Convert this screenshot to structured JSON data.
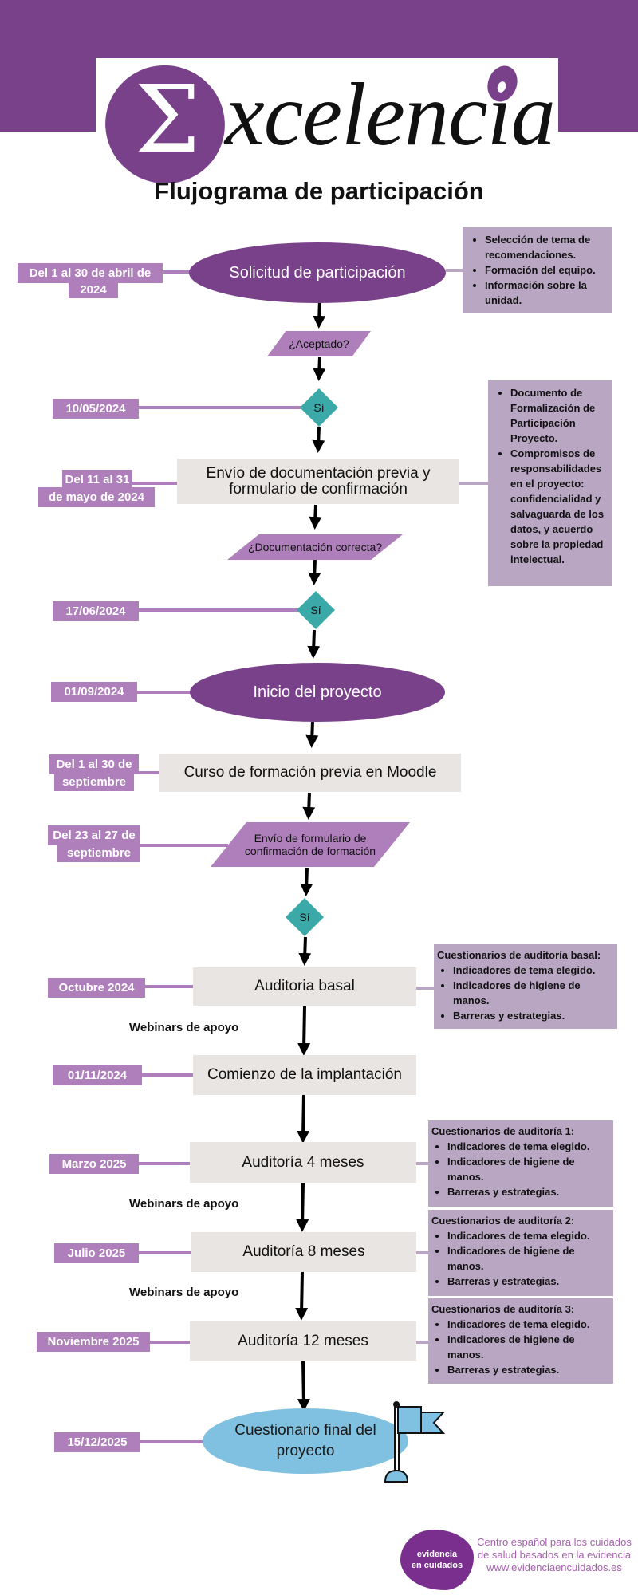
{
  "header": {
    "logo_sigma": "Σ",
    "logo_word": "xcelencia",
    "title": "Flujograma de participación"
  },
  "colors": {
    "brand_purple": "#7a418b",
    "light_purple": "#ae7fba",
    "note_purple": "#b8a6c2",
    "teal": "#3aa9a8",
    "grey_box": "#e8e5e3",
    "final_blue": "#80c0e0"
  },
  "steps": {
    "solicitud": {
      "label": "Solicitud de participación",
      "date": [
        "Del 1 al 30 de abril de",
        "2024"
      ]
    },
    "aceptado": {
      "label": "¿Aceptado?"
    },
    "si1": {
      "label": "Sí",
      "date": "10/05/2024"
    },
    "envio_doc": {
      "label": [
        "Envío de documentación previa y",
        "formulario de confirmación"
      ],
      "date": [
        "Del 11 al 31",
        "de mayo de 2024"
      ]
    },
    "doc_correcta": {
      "label": "¿Documentación correcta?"
    },
    "si2": {
      "label": "Sí",
      "date": "17/06/2024"
    },
    "inicio": {
      "label": "Inicio del proyecto",
      "date": "01/09/2024"
    },
    "curso": {
      "label": "Curso de formación previa en Moodle",
      "date": [
        "Del 1 al 30 de",
        "septiembre"
      ]
    },
    "envio_form": {
      "label": [
        "Envío de formulario de",
        "confirmación de formación"
      ],
      "date": [
        "Del 23 al 27 de",
        "septiembre"
      ]
    },
    "si3": {
      "label": "Sí"
    },
    "auditoria_basal": {
      "label": "Auditoria basal",
      "date": "Octubre 2024"
    },
    "implantacion": {
      "label": "Comienzo de la implantación",
      "date": "01/11/2024"
    },
    "aud4": {
      "label": "Auditoría 4 meses",
      "date": "Marzo 2025"
    },
    "aud8": {
      "label": "Auditoría 8 meses",
      "date": "Julio 2025"
    },
    "aud12": {
      "label": "Auditoría 12 meses",
      "date": "Noviembre 2025"
    },
    "final": {
      "label": [
        "Cuestionario final del",
        "proyecto"
      ],
      "date": "15/12/2025"
    }
  },
  "webinars": [
    "Webinars de apoyo",
    "Webinars de apoyo",
    "Webinars de apoyo"
  ],
  "notes": {
    "solicitud": [
      "Selección de tema de recomendaciones.",
      "Formación del equipo.",
      "Información sobre la unidad."
    ],
    "envio_doc": [
      "Documento de Formalización de Participación Proyecto.",
      "Compromisos de responsabilidades en el proyecto: confidencialidad y salvaguarda de los datos, y acuerdo sobre la propiedad intelectual."
    ],
    "basal": {
      "head": "Cuestionarios de auditoría basal:",
      "items": [
        "Indicadores de tema elegido.",
        "Indicadores de higiene de manos.",
        "Barreras y estrategias."
      ]
    },
    "aud1": {
      "head": "Cuestionarios de auditoría 1:",
      "items": [
        "Indicadores de tema elegido.",
        "Indicadores de higiene de manos.",
        "Barreras y estrategias."
      ]
    },
    "aud2": {
      "head": "Cuestionarios de auditoría 2:",
      "items": [
        "Indicadores de tema elegido.",
        "Indicadores de higiene de manos.",
        "Barreras y estrategias."
      ]
    },
    "aud3": {
      "head": "Cuestionarios de auditoría 3:",
      "items": [
        "Indicadores de tema elegido.",
        "Indicadores de higiene de manos.",
        "Barreras y estrategias."
      ]
    }
  },
  "footer": {
    "logo_line1": "evidencia",
    "logo_line2": "en cuidados",
    "line1": "Centro español para los cuidados",
    "line2": "de salud basados en la evidencia",
    "url": "www.evidenciaencuidados.es"
  }
}
